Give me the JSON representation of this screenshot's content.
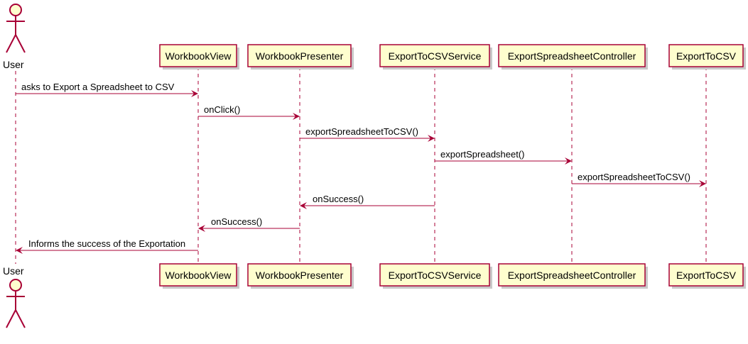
{
  "colors": {
    "arrow": "#a80036",
    "box_fill": "#fefece",
    "box_border": "#a80036",
    "lifeline": "#a80036",
    "shadow": "#c9c9c9"
  },
  "actor": {
    "label": "User",
    "icon": "stick-figure-actor-icon"
  },
  "participants": [
    {
      "label": "WorkbookView"
    },
    {
      "label": "WorkbookPresenter"
    },
    {
      "label": "ExportToCSVService"
    },
    {
      "label": "ExportSpreadsheetController"
    },
    {
      "label": "ExportToCSV"
    }
  ],
  "messages": [
    {
      "from": "User",
      "to": "WorkbookView",
      "label": "asks to Export a Spreadsheet to CSV"
    },
    {
      "from": "WorkbookView",
      "to": "WorkbookPresenter",
      "label": "onClick()"
    },
    {
      "from": "WorkbookPresenter",
      "to": "ExportToCSVService",
      "label": "exportSpreadsheetToCSV()"
    },
    {
      "from": "ExportToCSVService",
      "to": "ExportSpreadsheetController",
      "label": "exportSpreadsheet()"
    },
    {
      "from": "ExportSpreadsheetController",
      "to": "ExportToCSV",
      "label": "exportSpreadsheetToCSV()"
    },
    {
      "from": "ExportToCSVService",
      "to": "WorkbookPresenter",
      "label": "onSuccess()"
    },
    {
      "from": "WorkbookPresenter",
      "to": "WorkbookView",
      "label": "onSuccess()"
    },
    {
      "from": "WorkbookView",
      "to": "User",
      "label": "Informs the success of the Exportation"
    }
  ]
}
